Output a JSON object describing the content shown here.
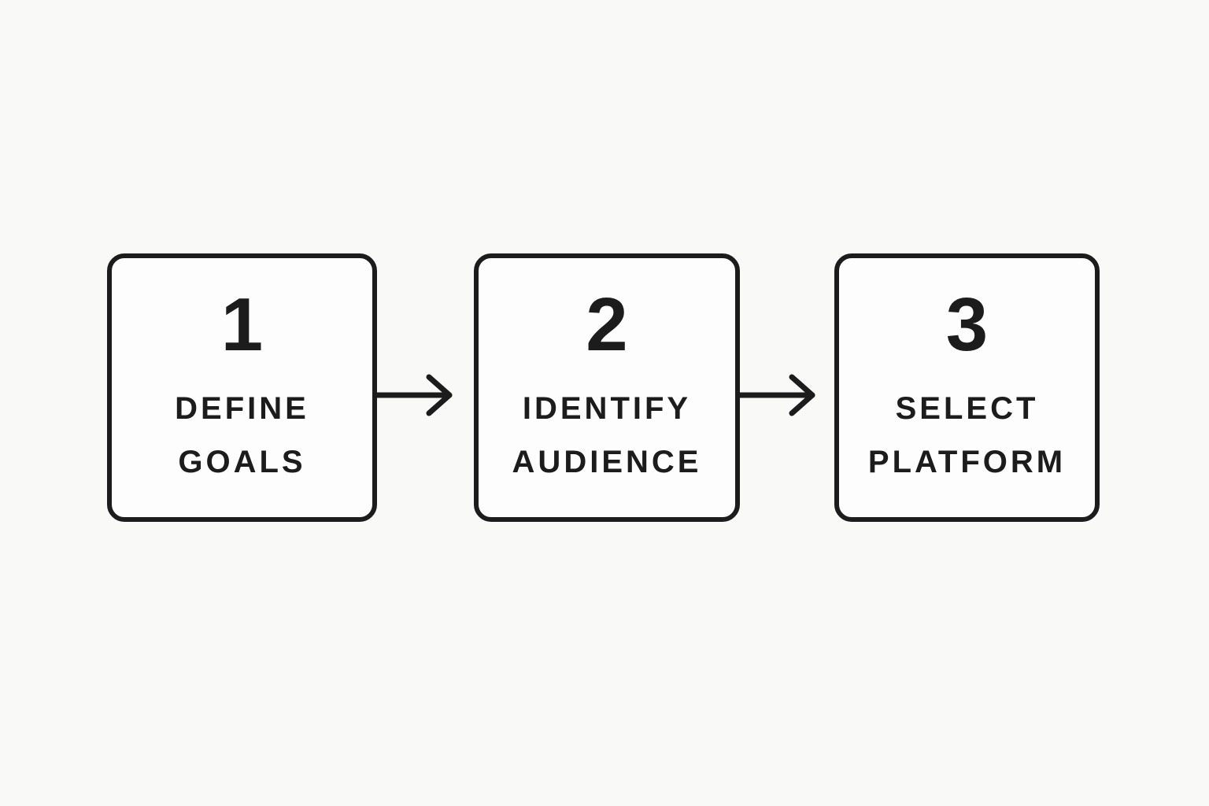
{
  "diagram": {
    "type": "process-flow",
    "colors": {
      "background": "#f9f9f8",
      "box_fill": "#fdfdfd",
      "line": "#1c1c1c",
      "text": "#1c1c1c"
    },
    "steps": [
      {
        "number": "1",
        "label": "DEFINE\nGOALS"
      },
      {
        "number": "2",
        "label": "IDENTIFY\nAUDIENCE"
      },
      {
        "number": "3",
        "label": "SELECT\nPLATFORM"
      }
    ],
    "arrows": [
      {
        "direction": "right"
      },
      {
        "direction": "right"
      }
    ]
  }
}
